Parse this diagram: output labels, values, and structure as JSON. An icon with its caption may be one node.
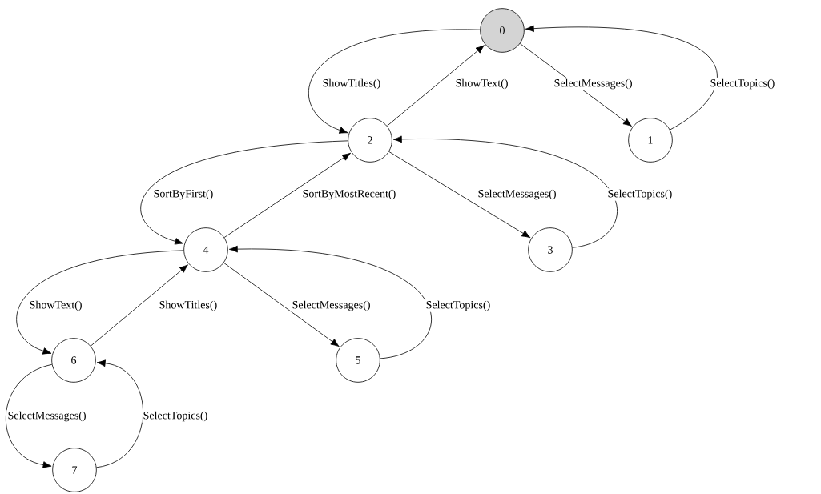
{
  "diagram": {
    "nodes": [
      {
        "text": [
          "0"
        ]
      },
      {
        "text": [
          "1"
        ]
      },
      {
        "text": [
          "2"
        ]
      },
      {
        "text": [
          "3"
        ]
      },
      {
        "text": [
          "4"
        ]
      },
      {
        "text": [
          "5"
        ]
      },
      {
        "text": [
          "6"
        ]
      },
      {
        "text": [
          "7"
        ]
      }
    ],
    "edges": [
      {
        "from": 0,
        "to": 2,
        "arrow": "to",
        "label": "ShowTitles()"
      },
      {
        "from": 2,
        "to": 0,
        "arrow": "to",
        "label": "ShowText()"
      },
      {
        "from": 0,
        "to": 1,
        "arrow": "to",
        "label": "SelectMessages()"
      },
      {
        "from": 1,
        "to": 0,
        "arrow": "to",
        "label": "SelectTopics()"
      },
      {
        "from": 2,
        "to": 4,
        "arrow": "to",
        "label": "SortByFirst()"
      },
      {
        "from": 4,
        "to": 2,
        "arrow": "to",
        "label": "SortByMostRecent()"
      },
      {
        "from": 2,
        "to": 3,
        "arrow": "to",
        "label": "SelectMessages()"
      },
      {
        "from": 3,
        "to": 2,
        "arrow": "to",
        "label": "SelectTopics()"
      },
      {
        "from": 4,
        "to": 6,
        "arrow": "to",
        "label": "ShowText()"
      },
      {
        "from": 6,
        "to": 4,
        "arrow": "to",
        "label": "ShowTitles()"
      },
      {
        "from": 4,
        "to": 5,
        "arrow": "to",
        "label": "SelectMessages()"
      },
      {
        "from": 5,
        "to": 4,
        "arrow": "to",
        "label": "SelectTopics()"
      },
      {
        "from": 6,
        "to": 7,
        "arrow": "to",
        "label": "SelectMessages()"
      },
      {
        "from": 7,
        "to": 6,
        "arrow": "to",
        "label": "SelectTopics()"
      }
    ]
  }
}
